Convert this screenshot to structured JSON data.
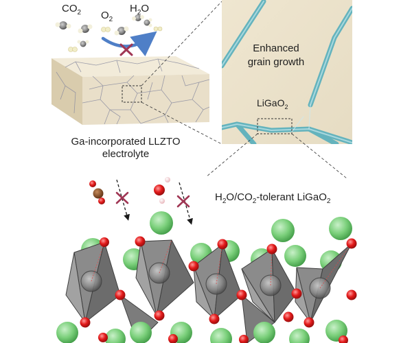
{
  "molecules": {
    "co2": {
      "base": "CO",
      "sub": "2"
    },
    "o2": {
      "base": "O",
      "sub": "2"
    },
    "h2o": {
      "base": "H",
      "sub": "2",
      "tail": "O"
    }
  },
  "slab_caption": {
    "line1": "Ga-incorporated LLZTO",
    "line2": "electrolyte"
  },
  "inset": {
    "line1": "Enhanced",
    "line2": "grain growth",
    "phase": {
      "base": "LiGaO",
      "sub": "2"
    }
  },
  "tolerant_label": {
    "part1": "H",
    "sub1": "2",
    "part2": "O/CO",
    "sub2": "2",
    "part3": "-tolerant LiGaO",
    "sub3": "2"
  },
  "colors": {
    "block_cream": "#e9dfc9",
    "grain_boundary": "#64b3bd",
    "blocked_cross": "#a03654",
    "oxygen": "#e31a1a",
    "lithium": "#73cc73",
    "polyhedron": "#8b8b8b"
  }
}
